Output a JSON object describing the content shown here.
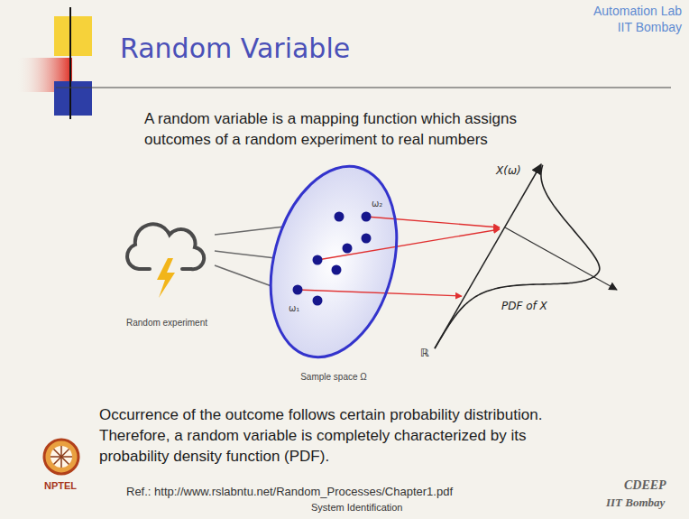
{
  "diagram": {
    "title": "Random Variable",
    "nodes": [
      {
        "text": [
          "Random experiment"
        ]
      },
      {
        "text": [
          "Sample space Ω",
          "ω₂",
          "ω₁"
        ]
      }
    ],
    "edges": [
      {
        "from": 0,
        "to": 1,
        "arrow": "none"
      },
      {
        "from": 0,
        "to": 1,
        "arrow": "none"
      },
      {
        "from": 0,
        "to": 1,
        "arrow": "none"
      }
    ],
    "labels": [
      "Automation Lab",
      "IIT Bombay",
      "A random variable is a mapping function which assigns outcomes of a random experiment to real numbers",
      "X(ω)",
      "PDF of X",
      "ℝ",
      "Occurrence of the outcome follows certain probability distribution. Therefore, a random variable is completely characterized by its probability density function (PDF).",
      "NPTEL",
      "Ref.: http://www.rslabntu.net/Random_Processes/Chapter1.pdf",
      "System Identification",
      "CDEEP",
      "IIT Bombay"
    ]
  }
}
